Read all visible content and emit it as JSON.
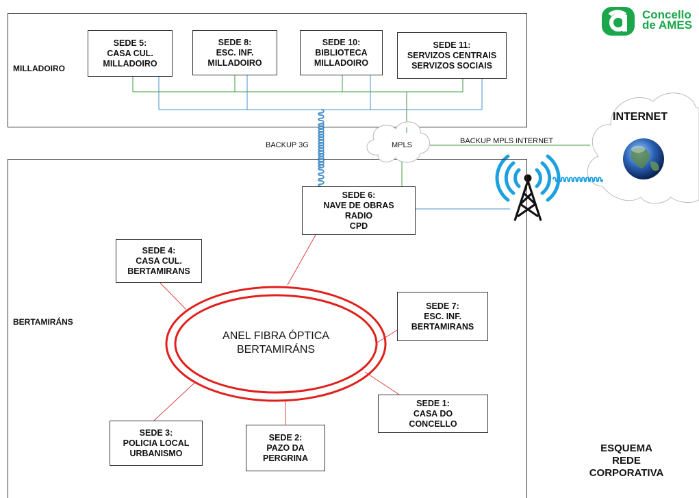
{
  "logo": {
    "line1": "Concello",
    "line2": "de AMES"
  },
  "regions": {
    "milladoiro": "MILLADOIRO",
    "bertamirans": "BERTAMIRÁNS"
  },
  "sedes": {
    "s5": {
      "lines": [
        "SEDE 5:",
        "CASA CUL.",
        "MILLADOIRO"
      ]
    },
    "s8": {
      "lines": [
        "SEDE 8:",
        "ESC. INF.",
        "MILLADOIRO"
      ]
    },
    "s10": {
      "lines": [
        "SEDE 10:",
        "BIBLIOTECA",
        "MILLADOIRO"
      ]
    },
    "s11": {
      "lines": [
        "SEDE 11:",
        "SERVIZOS CENTRAIS",
        "SERVIZOS SOCIAIS"
      ]
    },
    "s6": {
      "lines": [
        "SEDE 6:",
        "NAVE DE OBRAS",
        "RADIO",
        "CPD"
      ]
    },
    "s4": {
      "lines": [
        "SEDE 4:",
        "CASA CUL.",
        "BERTAMIRANS"
      ]
    },
    "s7": {
      "lines": [
        "SEDE 7:",
        "ESC. INF.",
        "BERTAMIRANS"
      ]
    },
    "s1": {
      "lines": [
        "SEDE 1:",
        "CASA DO",
        "CONCELLO"
      ]
    },
    "s2": {
      "lines": [
        "SEDE 2:",
        "PAZO DA",
        "PERGRINA"
      ]
    },
    "s3": {
      "lines": [
        "SEDE 3:",
        "POLICIA LOCAL",
        "URBANISMO"
      ]
    }
  },
  "ring": {
    "line1": "ANEL FIBRA ÓPTICA",
    "line2": "BERTAMIRÁNS"
  },
  "links": {
    "backup3g": "BACKUP 3G",
    "mpls": "MPLS",
    "backupMpls": "BACKUP MPLS INTERNET"
  },
  "internet": "INTERNET",
  "esquema": {
    "line1": "ESQUEMA",
    "line2": "REDE",
    "line3": "CORPORATIVA"
  },
  "colors": {
    "green_link": "#3c9a3c",
    "blue_link": "#4a90c8",
    "red_link": "#d94040",
    "ring": "#e0201c",
    "wireless": "#1da0e0",
    "logo": "#1aa64a"
  },
  "icons": [
    "cloud-icon",
    "globe-icon",
    "antenna-tower-icon",
    "wireless-signal-icon",
    "concello-logo-icon"
  ]
}
